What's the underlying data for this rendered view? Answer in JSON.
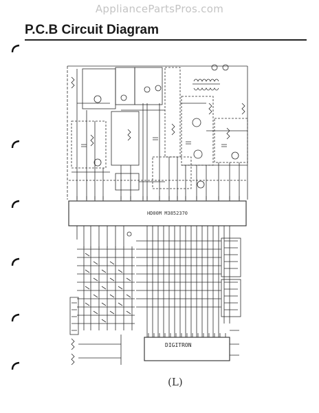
{
  "page": {
    "watermark": "AppliancePartsPros.com",
    "title": "P.C.B Circuit Diagram",
    "page_mark": "(L)"
  },
  "chip": {
    "label": "HD00M M3852370"
  },
  "display": {
    "label": "DIGITRON"
  },
  "icons": {
    "binder_holes": [
      "binder-hole-icon",
      "binder-hole-icon",
      "binder-hole-icon",
      "binder-hole-icon",
      "binder-hole-icon",
      "binder-hole-icon"
    ]
  },
  "colors": {
    "ink": "#2a2a2a",
    "paper": "#ffffff",
    "watermark": "#c4c4c4"
  }
}
